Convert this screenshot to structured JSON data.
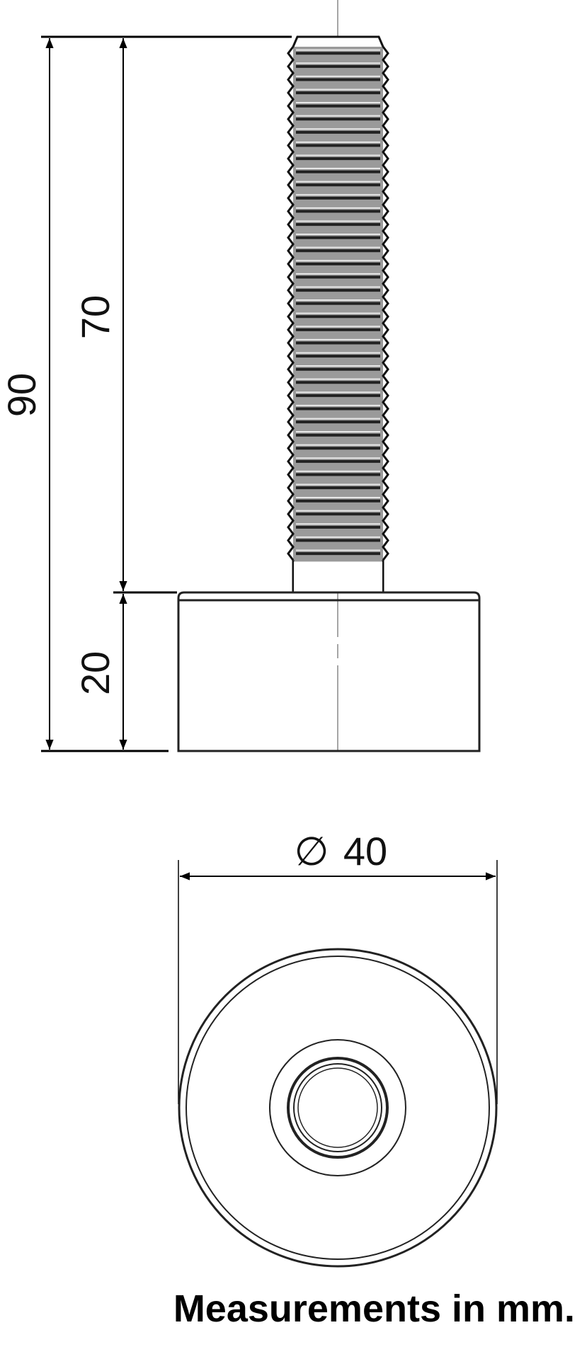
{
  "drawing": {
    "dimensions": {
      "total_height": "90",
      "thread_length": "70",
      "base_height": "20",
      "diameter_symbol": "∅",
      "diameter": "40"
    },
    "caption": "Measurements in mm."
  }
}
